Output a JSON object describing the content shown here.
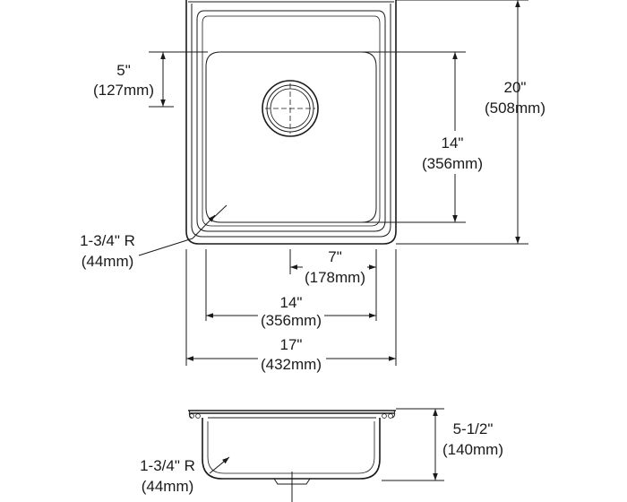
{
  "labels": {
    "corner_radius_top": {
      "in": "1-3/4\" R",
      "mm": "(44mm)"
    },
    "drain_offset": {
      "in": "5\"",
      "mm": "(127mm)"
    },
    "overall_depth": {
      "in": "20\"",
      "mm": "(508mm)"
    },
    "bowl_depth": {
      "in": "14\"",
      "mm": "(356mm)"
    },
    "drain_center": {
      "in": "7\"",
      "mm": "(178mm)"
    },
    "bowl_width": {
      "in": "14\"",
      "mm": "(356mm)"
    },
    "overall_width": {
      "in": "17\"",
      "mm": "(432mm)"
    },
    "bowl_height": {
      "in": "5-1/2\"",
      "mm": "(140mm)"
    },
    "corner_radius_side": {
      "in": "1-3/4\" R",
      "mm": "(44mm)"
    }
  },
  "colors": {
    "line": "#1a1a1a",
    "background": "#ffffff"
  }
}
